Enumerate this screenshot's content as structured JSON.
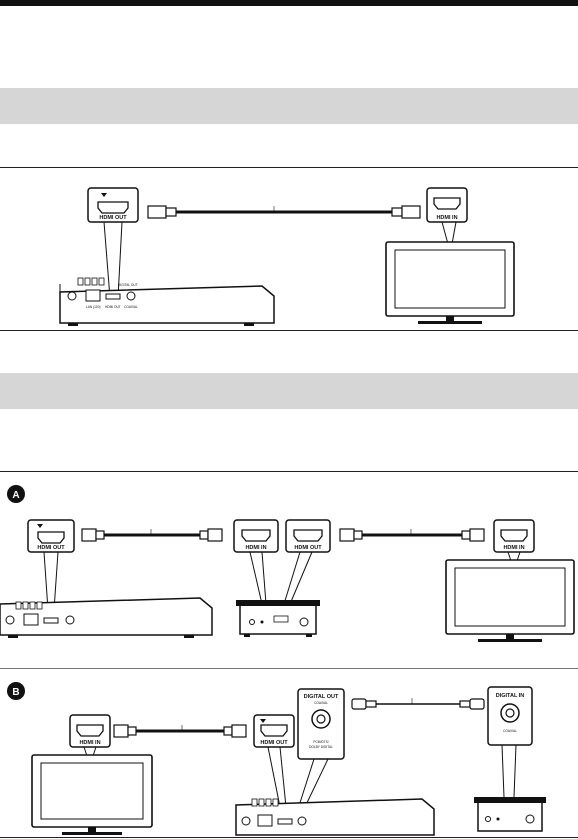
{
  "colors": {
    "topbar": "#111111",
    "band": "#d6d6d6",
    "line": "#222222",
    "badge": "#111111"
  },
  "diagram1": {
    "player_port_label": "HDMI OUT",
    "tv_port_label": "HDMI IN",
    "panel_labels": [
      "LAN (100)",
      "HDMI OUT",
      "DIGITAL OUT",
      "COAXIAL"
    ]
  },
  "diagram2": {
    "section_a": {
      "badge": "A",
      "player_port_label": "HDMI OUT",
      "receiver_in_label": "HDMI IN",
      "receiver_out_label": "HDMI OUT",
      "tv_port_label": "HDMI IN"
    },
    "section_b": {
      "badge": "B",
      "tv_port_label": "HDMI IN",
      "player_port_label": "HDMI OUT",
      "digital_out_label": "DIGITAL OUT",
      "digital_out_sub1": "COAXIAL",
      "digital_out_sub2": "PCM/DTS/",
      "digital_out_sub3": "DOLBY DIGITAL",
      "digital_in_label": "DIGITAL IN",
      "digital_in_sub": "COAXIAL"
    }
  }
}
